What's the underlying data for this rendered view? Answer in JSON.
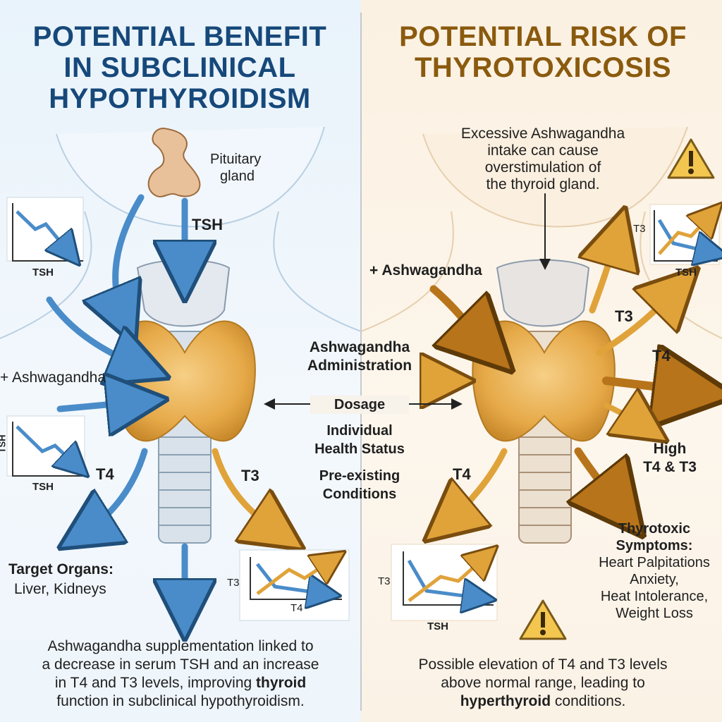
{
  "left": {
    "title": [
      "POTENTIAL BENEFIT",
      "IN SUBCLINICAL",
      "HYPOTHYROIDISM"
    ],
    "pituitary": [
      "Pituitary",
      "gland"
    ],
    "tsh_arrow_label": "TSH",
    "ashwagandha_label": "+ Ashwagandha",
    "chart_top_xlabel": "TSH",
    "chart_mid_xlabel": "TSH",
    "chart_mid_ylabel": "TSH",
    "t4_label": "T4",
    "t3_label": "T3",
    "chart_bottom_ylabel": "T3",
    "chart_bottom_xlabel": "T4",
    "target_organs_title": "Target Organs:",
    "target_organs_list": "Liver, Kidneys",
    "summary_1": "Ashwagandha supplementation linked to",
    "summary_2": "a decrease in serum TSH and an increase",
    "summary_3_pre": "in T4 and T3 levels, improving ",
    "summary_3_bold": "thyroid",
    "summary_4": "function in subclinical hypothyroidism."
  },
  "center": {
    "admin_1": "Ashwagandha",
    "admin_2": "Administration",
    "dosage": "Dosage",
    "health_1": "Individual",
    "health_2": "Health Status",
    "pre_1": "Pre-existing",
    "pre_2": "Conditions"
  },
  "right": {
    "title": [
      "POTENTIAL RISK OF",
      "THYROTOXICOSIS"
    ],
    "excess": [
      "Excessive Ashwagandha",
      "intake can cause",
      "overstimulation of",
      "the thyroid gland."
    ],
    "ashwagandha_label": "+ Ashwagandha",
    "chart_top_ylabel": "T3",
    "chart_top_xlabel": "TSH",
    "t3_label": "T3",
    "t4_label": "T4",
    "t4_left_label": "T4",
    "high_1": "High",
    "high_2": "T4 & T3",
    "symptoms_title_1": "Thyrotoxic",
    "symptoms_title_2": "Symptoms:",
    "symptoms": [
      "Heart Palpitations",
      "Anxiety,",
      "Heat Intolerance,",
      "Weight Loss"
    ],
    "chart_bottom_ylabel": "T3",
    "chart_bottom_xlabel": "TSH",
    "summary_1": "Possible elevation of T4 and T3 levels",
    "summary_2": "above normal range, leading to",
    "summary_3_bold": "hyperthyroid",
    "summary_3_post": " conditions."
  },
  "colors": {
    "blue": "#4a8cc9",
    "orange": "#e0a33a",
    "dark_orange": "#b8741a",
    "gland": "#e8b25a"
  }
}
